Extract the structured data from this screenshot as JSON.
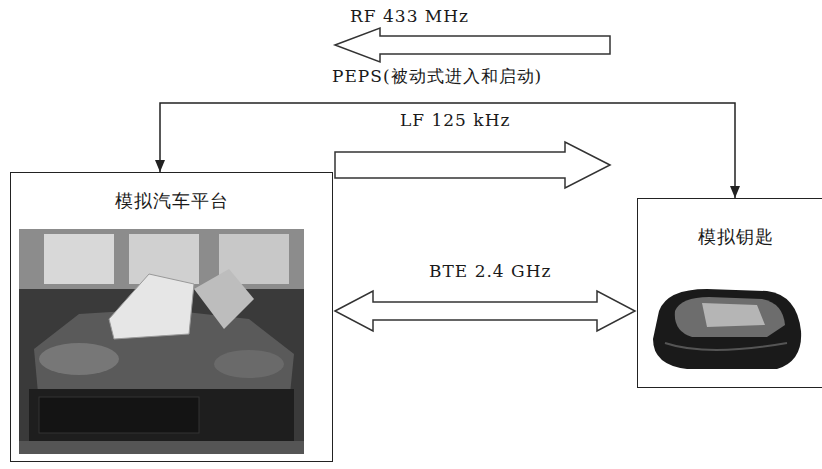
{
  "diagram": {
    "nodes": [
      {
        "text": [
          "模拟汽车平台"
        ]
      },
      {
        "text": [
          "模拟钥匙"
        ]
      }
    ],
    "edges": [
      {
        "from": 0,
        "to": 1,
        "arrow": "both",
        "label": "PEPS(被动式进入和启动)"
      },
      {
        "from": 0,
        "to": 1,
        "arrow": "both",
        "label": "BTE 2.4 GHz"
      }
    ],
    "labels": [
      "RF 433 MHz",
      "LF 125 kHz"
    ]
  }
}
